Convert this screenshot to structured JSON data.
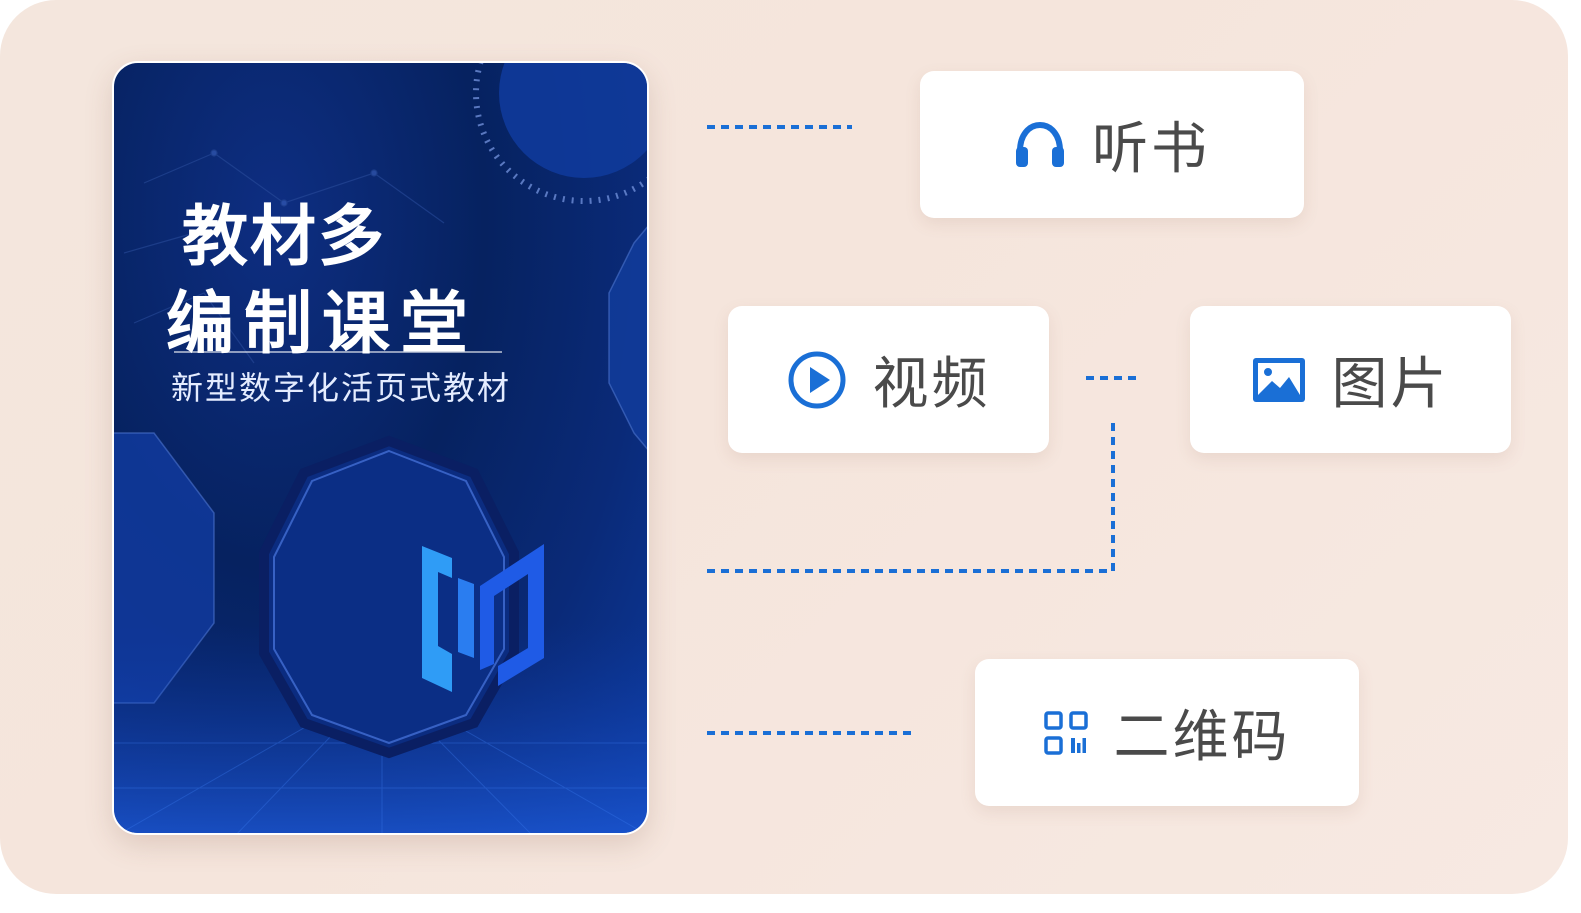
{
  "cover": {
    "title_line_1": "教材多",
    "title_line_2": "编制课堂",
    "subtitle": "新型数字化活页式教材"
  },
  "features": {
    "audio": {
      "label": "听书",
      "icon": "headphones-icon"
    },
    "video": {
      "label": "视频",
      "icon": "play-circle-icon"
    },
    "image": {
      "label": "图片",
      "icon": "image-icon"
    },
    "qrcode": {
      "label": "二维码",
      "icon": "qr-code-icon"
    }
  },
  "colors": {
    "accent": "#1a6fd6",
    "cover_bg": "#062260",
    "panel_bg": "#f4e6dd"
  }
}
